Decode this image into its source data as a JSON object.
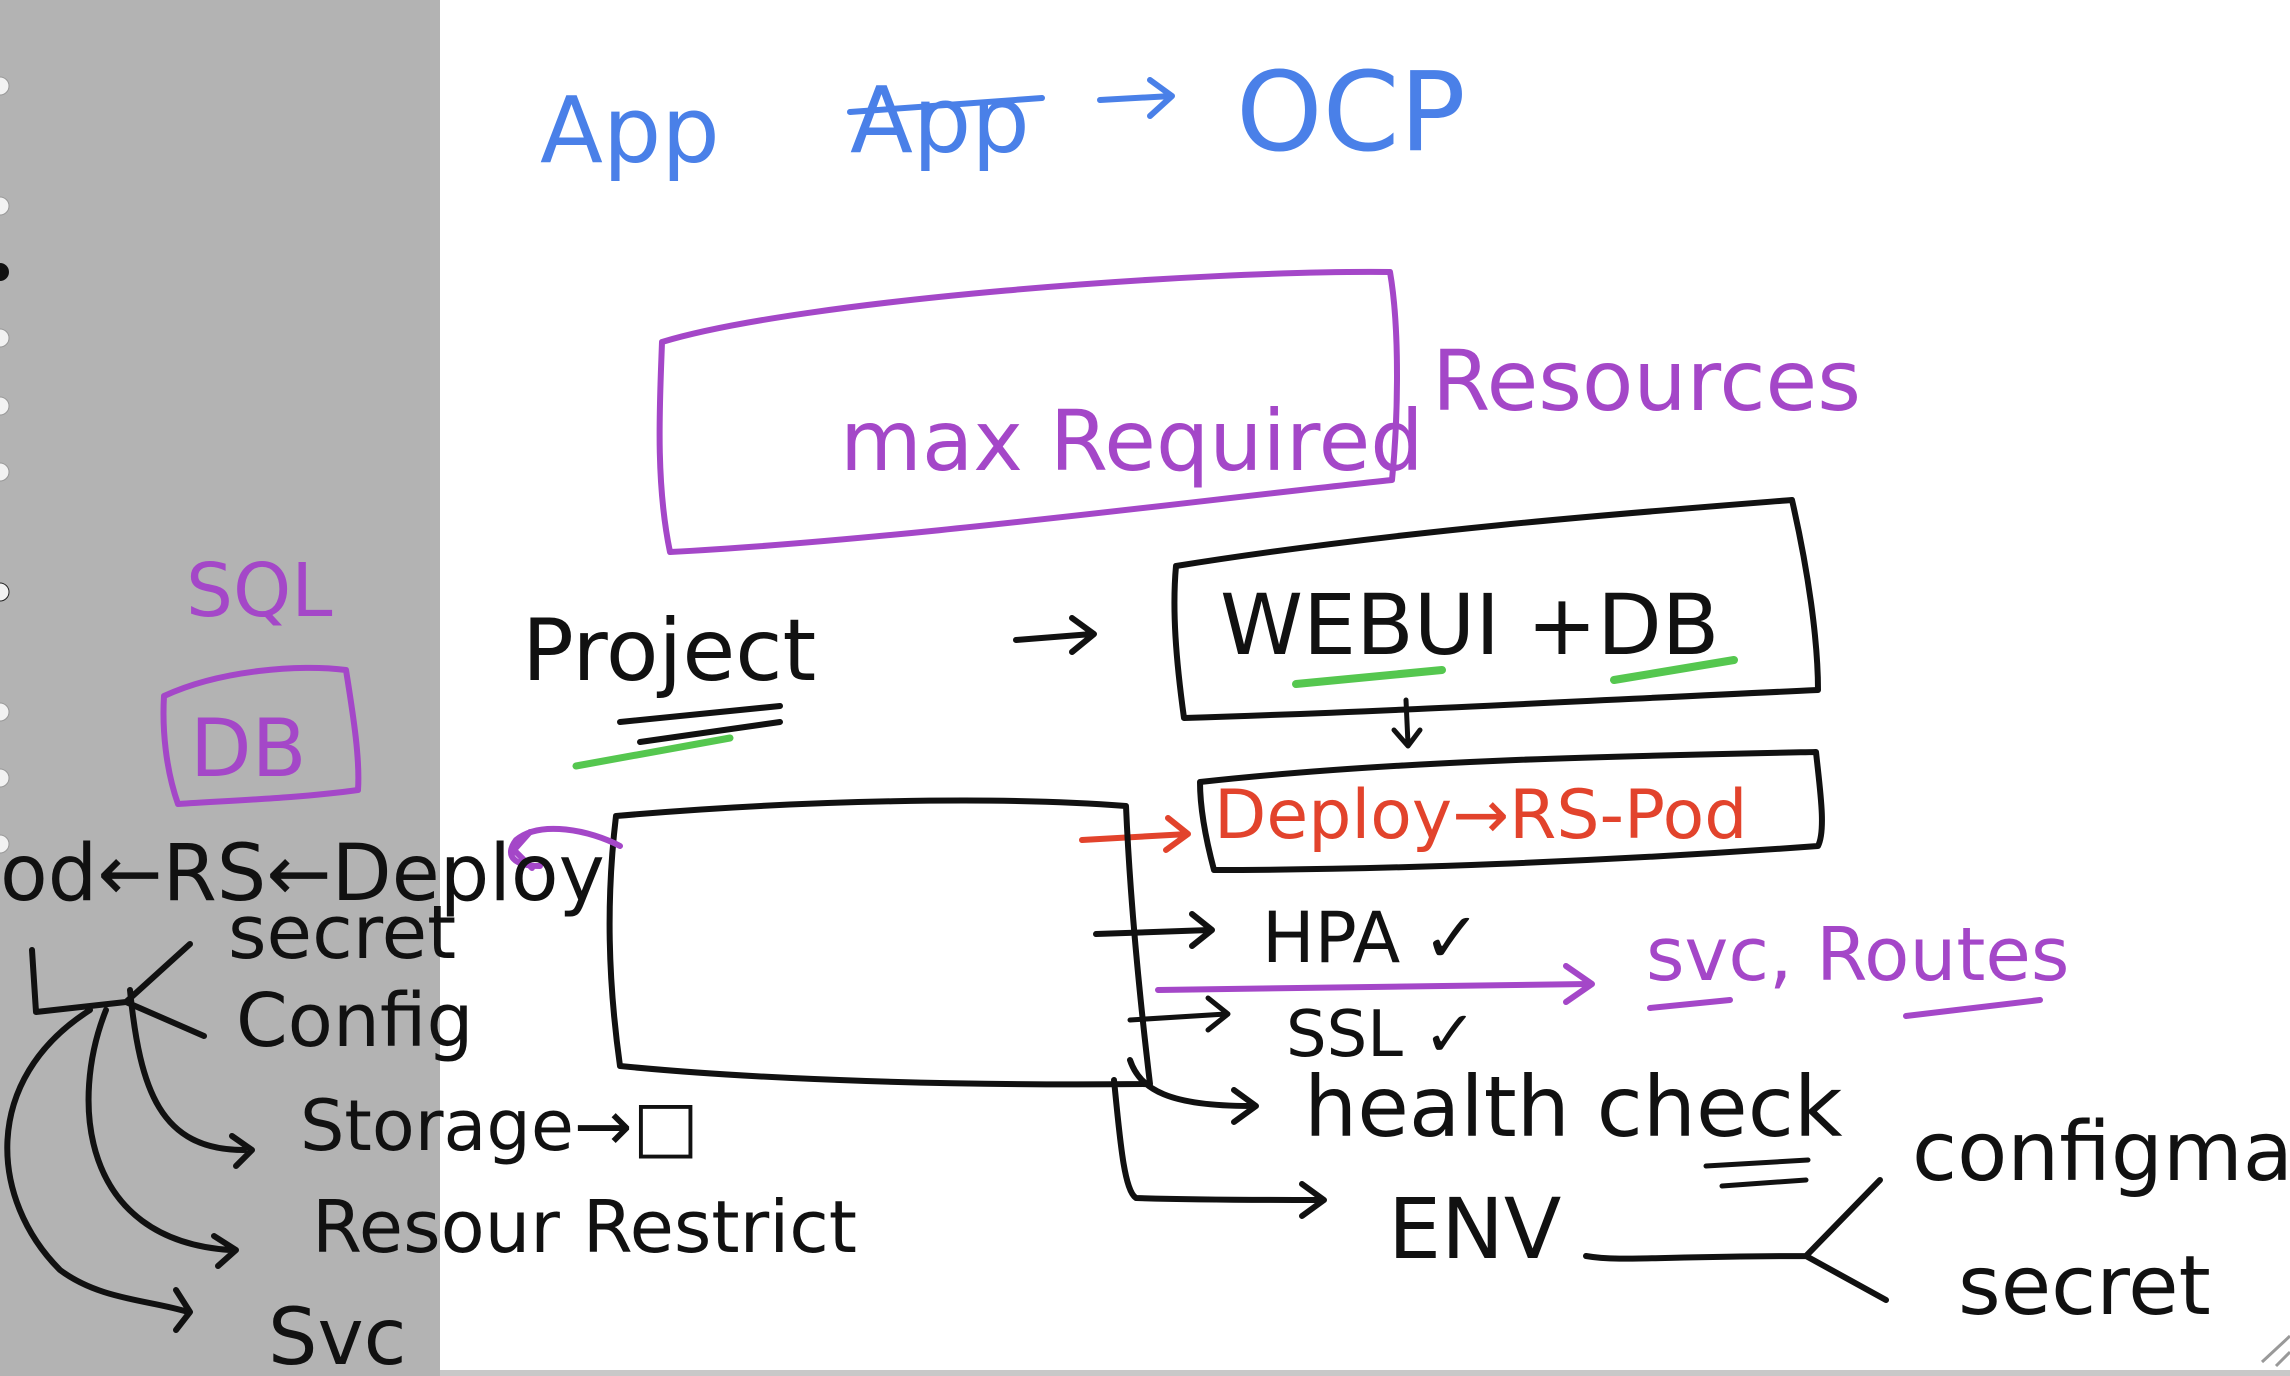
{
  "colors": {
    "panel": "#b3b3b3",
    "ink_black": "#111111",
    "ink_blue": "#4a80e8",
    "ink_purple": "#a447c8",
    "ink_red": "#e2432c",
    "ink_green": "#55c74f"
  },
  "header": {
    "app": "App",
    "app_struck": "App",
    "ocp": "OCP"
  },
  "notes": {
    "max_required": "max Required",
    "resources": "Resources",
    "project": "Project",
    "webui_db": "WEBUI +DB",
    "deploy_rs_pod": "Deploy→RS-Pod",
    "hpa": "HPA ✓",
    "ssl": "SSL ✓",
    "svc_routes": "svc, Routes",
    "health_check": "health check",
    "env": "ENV",
    "configmap": "configmap",
    "secret_right": "secret"
  },
  "left_notes": {
    "sql": "SQL",
    "db": "DB",
    "pod_rs_deploy": "od←RS←Deploy",
    "secret": "secret",
    "config": "Config",
    "storage": "Storage→□",
    "resour_restrict": "Resour Restrict",
    "svc": "Svc"
  }
}
